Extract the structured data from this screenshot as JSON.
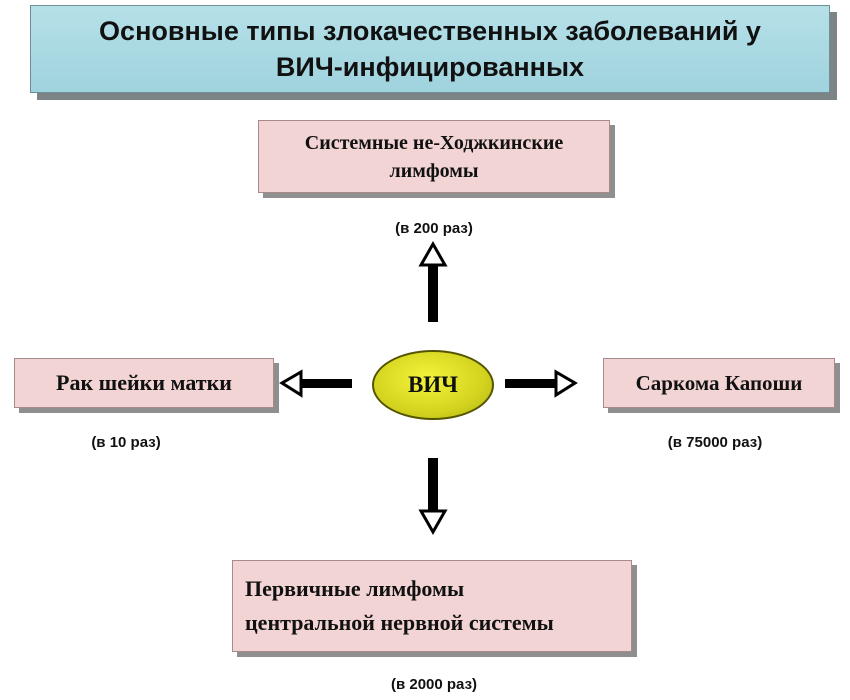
{
  "title": {
    "line1": "Основные типы злокачественных заболеваний у",
    "line2": "ВИЧ-инфицированных"
  },
  "center": {
    "label": "ВИЧ"
  },
  "nodes": {
    "top": {
      "line1": "Системные не-Ходжкинские",
      "line2": "лимфомы",
      "risk": "(в 200 раз)"
    },
    "left": {
      "label": "Рак шейки матки",
      "risk": "(в 10 раз)"
    },
    "right": {
      "label": "Саркома Капоши",
      "risk": "(в 75000 раз)"
    },
    "bottom": {
      "line1": "Первичные лимфомы",
      "line2": "центральной нервной системы",
      "risk": "(в 2000 раз)"
    }
  },
  "colors": {
    "title_bg": "#a9d9e3",
    "box_bg": "#f2d4d4",
    "center_fill": "#e0e028",
    "arrow": "#000000"
  }
}
